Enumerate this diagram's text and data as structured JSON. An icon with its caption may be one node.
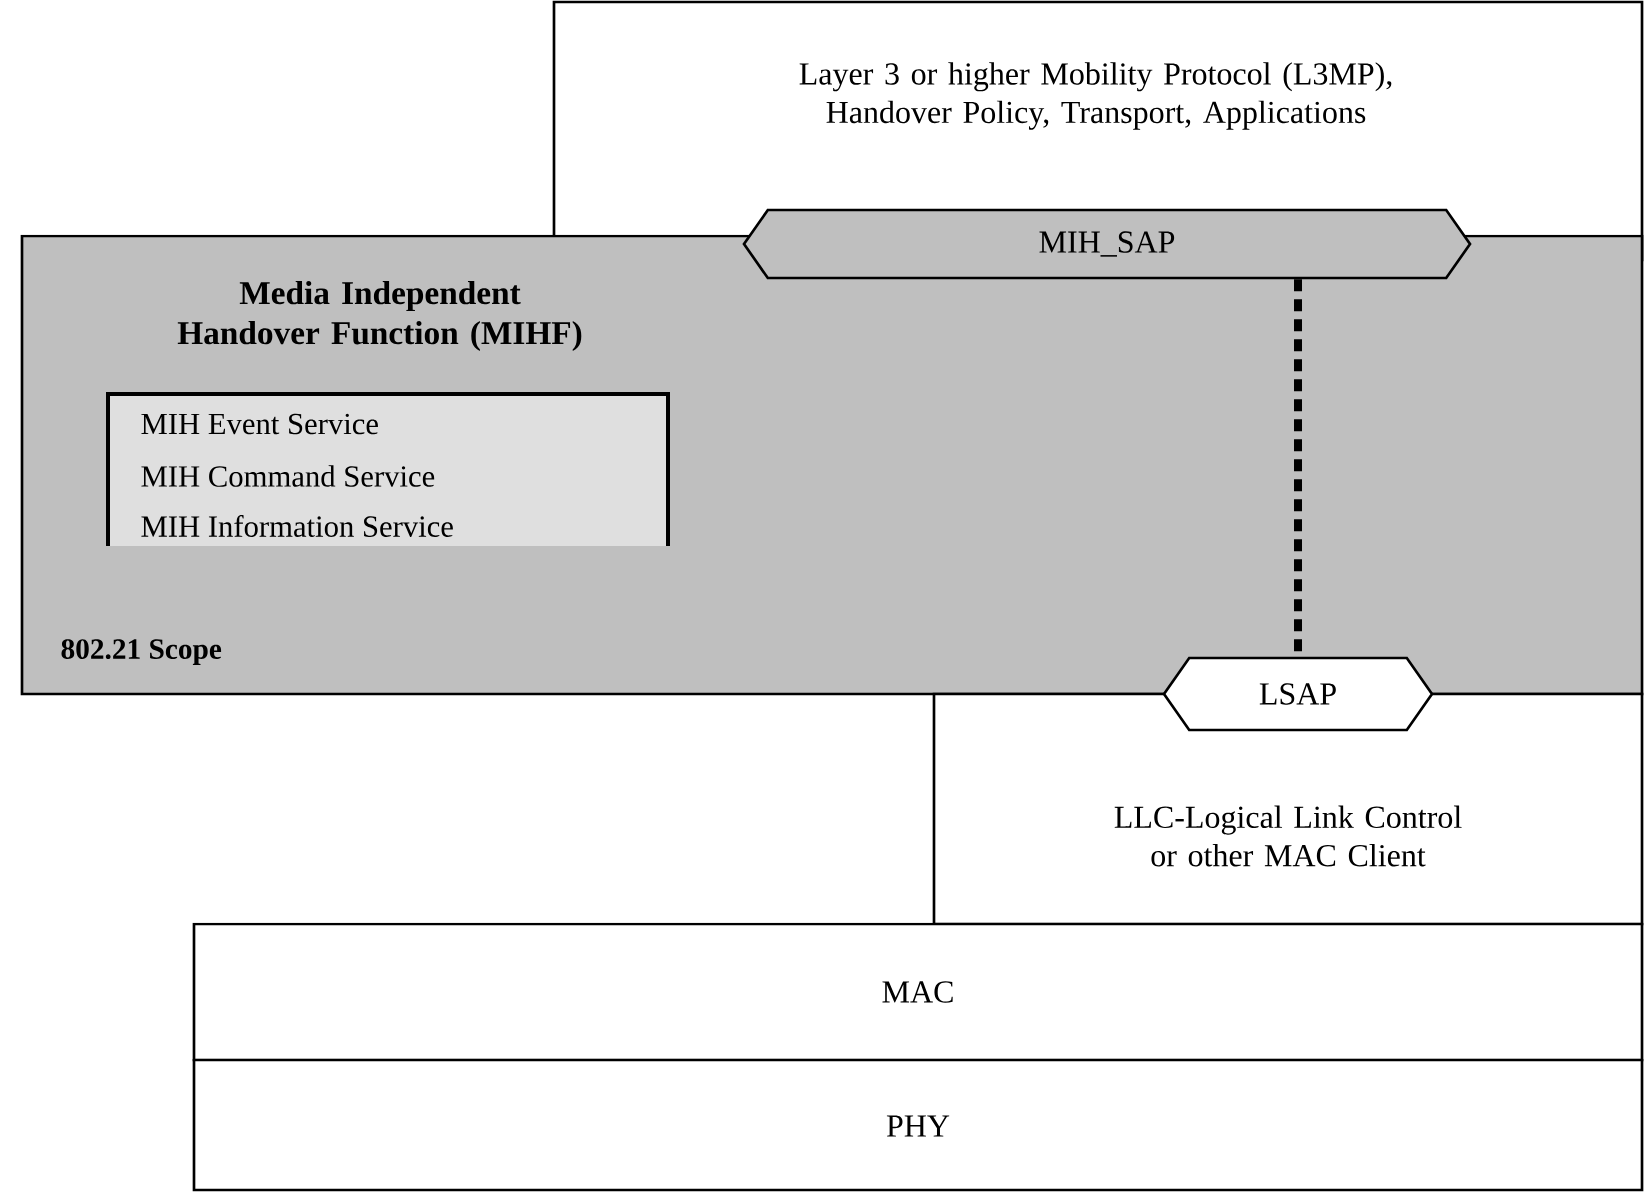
{
  "diagram": {
    "nodes": [
      {
        "text": [
          "Layer 3 or higher Mobility Protocol (L3MP), Handover Policy, Transport, Applications"
        ]
      },
      {
        "text": [
          "Media Independent Handover Function (MIHF)",
          "802.21 Scope"
        ]
      },
      {
        "text": [
          "MIH Event Service",
          "MIH Command Service",
          "MIH Information Service"
        ],
        "in": 1
      },
      {
        "text": [
          "MIH_SAP"
        ]
      },
      {
        "text": [
          "LSAP"
        ]
      },
      {
        "text": [
          "LLC-Logical Link Control or other MAC Client"
        ]
      },
      {
        "text": [
          "MAC"
        ]
      },
      {
        "text": [
          "PHY"
        ]
      }
    ],
    "edges": [
      {
        "from": 3,
        "to": 4,
        "arrow": "none",
        "style": "dashed"
      }
    ]
  }
}
